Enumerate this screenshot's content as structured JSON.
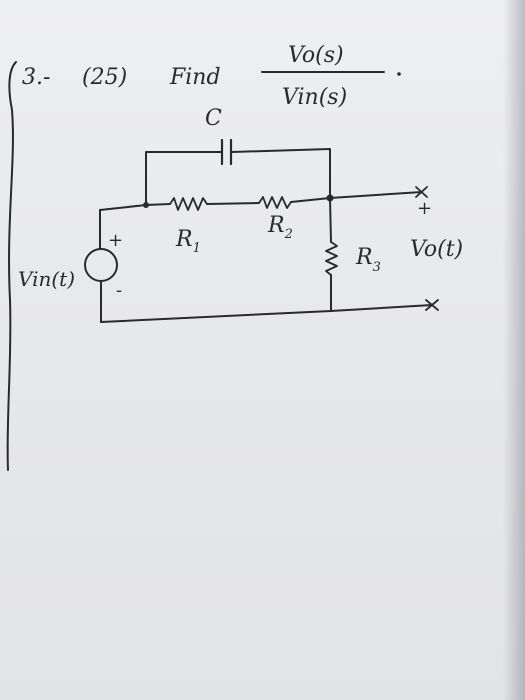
{
  "problem": {
    "number": "3.-",
    "points": "(25)",
    "prompt": "Find",
    "numerator": "Vo(s)",
    "denominator": "Vin(s)"
  },
  "circuit": {
    "capacitor_label": "C",
    "resistor1_label": "R1",
    "resistor2_label": "R2",
    "resistor3_label": "R3",
    "source_label": "Vin(t)",
    "source_plus": "+",
    "source_minus": "-",
    "output_label": "Vo(t)",
    "output_plus": "+"
  },
  "colors": {
    "ink": "#262a33",
    "paper": "#e9eaec"
  }
}
